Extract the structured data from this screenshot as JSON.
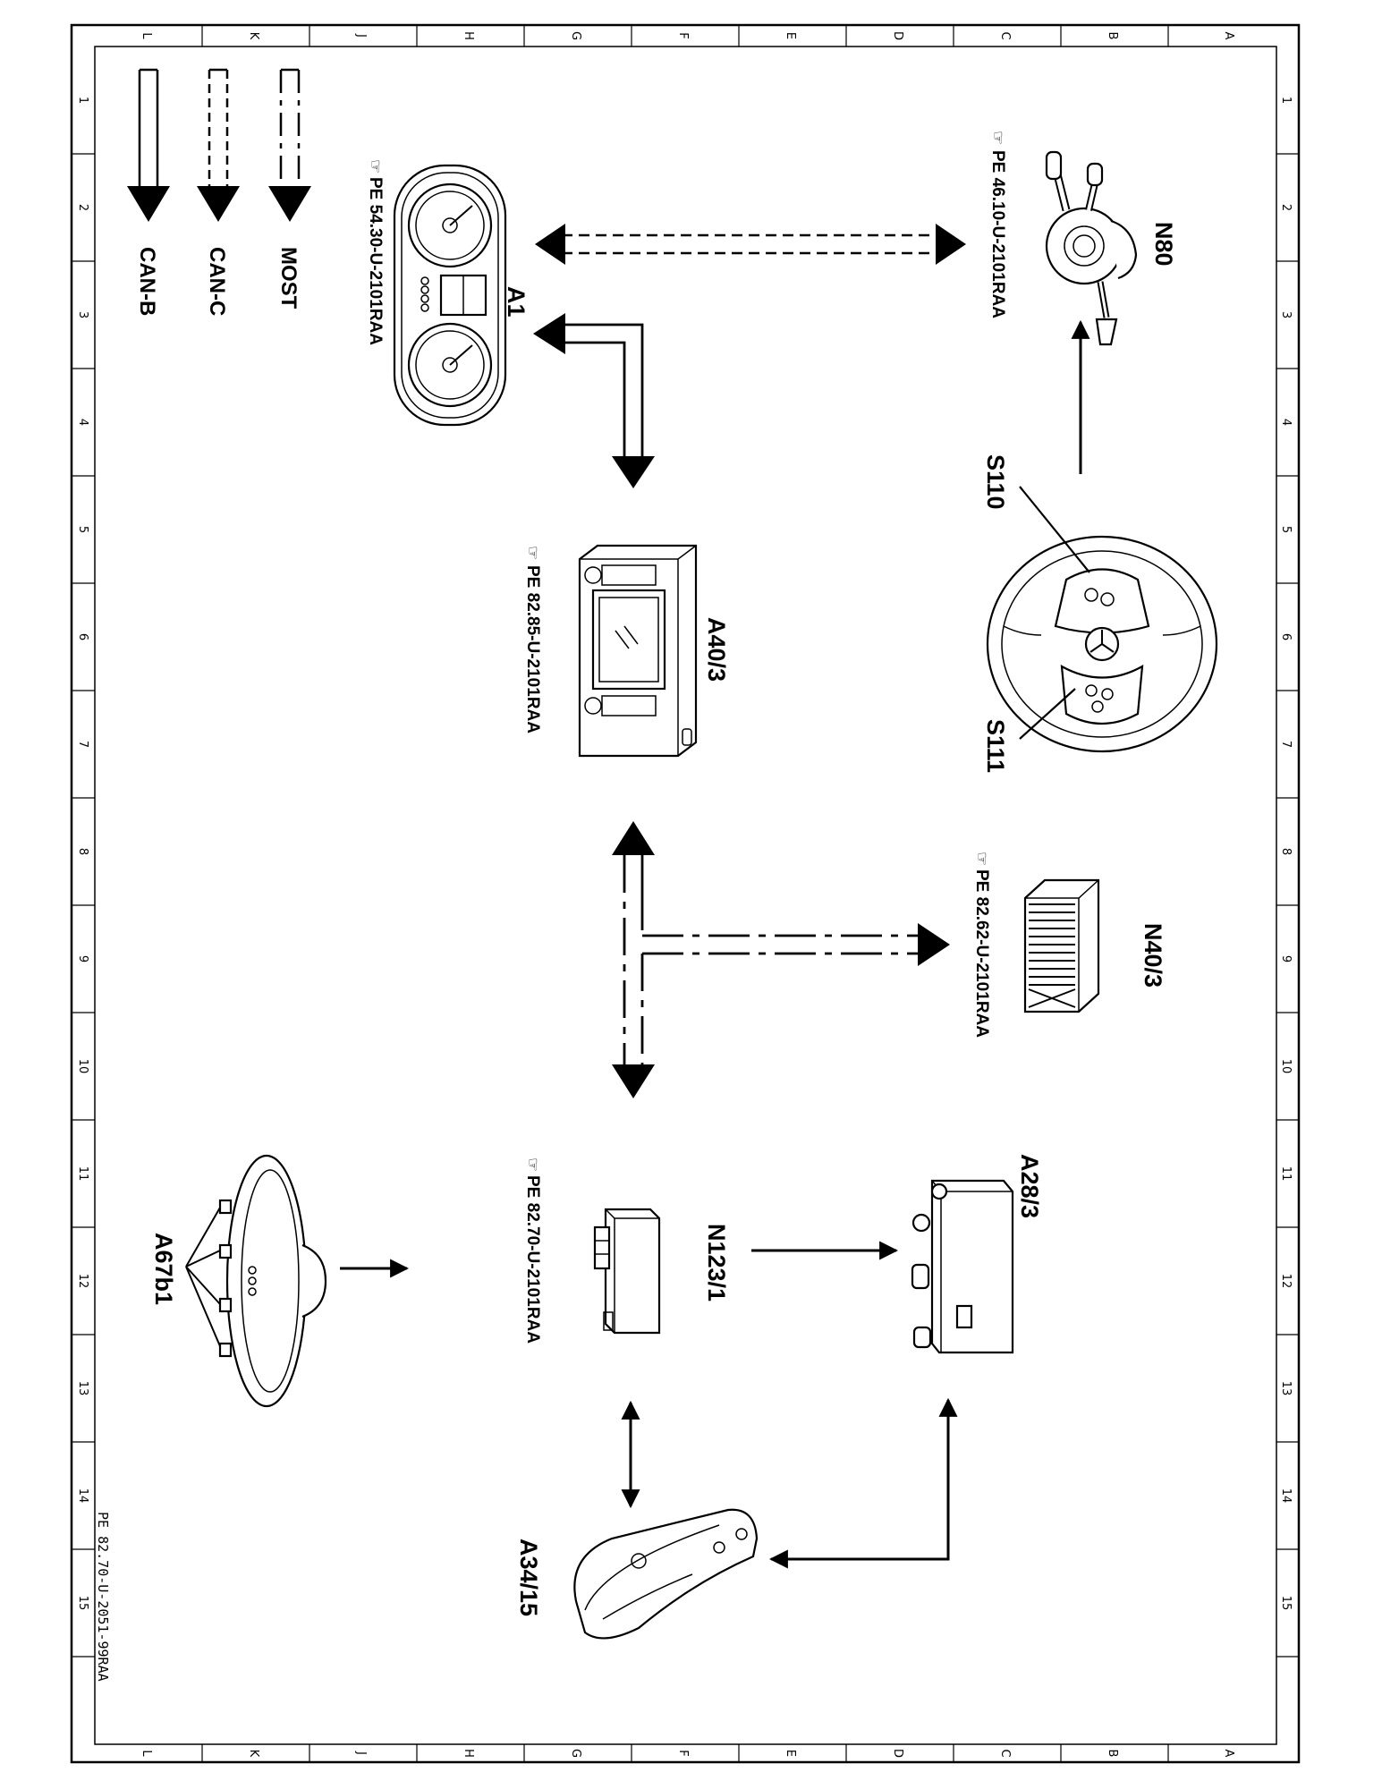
{
  "grid": {
    "cols": [
      "L",
      "K",
      "J",
      "H",
      "G",
      "F",
      "E",
      "D",
      "C",
      "B",
      "A"
    ],
    "rows": [
      "1",
      "2",
      "3",
      "4",
      "5",
      "6",
      "7",
      "8",
      "9",
      "10",
      "11",
      "12",
      "13",
      "14",
      "15"
    ]
  },
  "legend": {
    "most": "MOST",
    "can_c": "CAN-C",
    "can_b": "CAN-B"
  },
  "components": {
    "n80": {
      "label": "N80",
      "ref": "PE 46.10-U-2101RAA"
    },
    "a1": {
      "label": "A1",
      "ref": "PE 54.30-U-2101RAA"
    },
    "a40_3": {
      "label": "A40/3",
      "ref": "PE 82.85-U-2101RAA"
    },
    "s110": {
      "label": "S110"
    },
    "s111": {
      "label": "S111"
    },
    "n40_3": {
      "label": "N40/3",
      "ref": "PE 82.62-U-2101RAA"
    },
    "a28_3": {
      "label": "A28/3"
    },
    "n123_1": {
      "label": "N123/1",
      "ref": "PE 82.70-U-2101RAA"
    },
    "a67b1": {
      "label": "A67b1"
    },
    "a34_15": {
      "label": "A34/15"
    }
  },
  "footer_code": "PE 82.70-U-2051-99RAA"
}
